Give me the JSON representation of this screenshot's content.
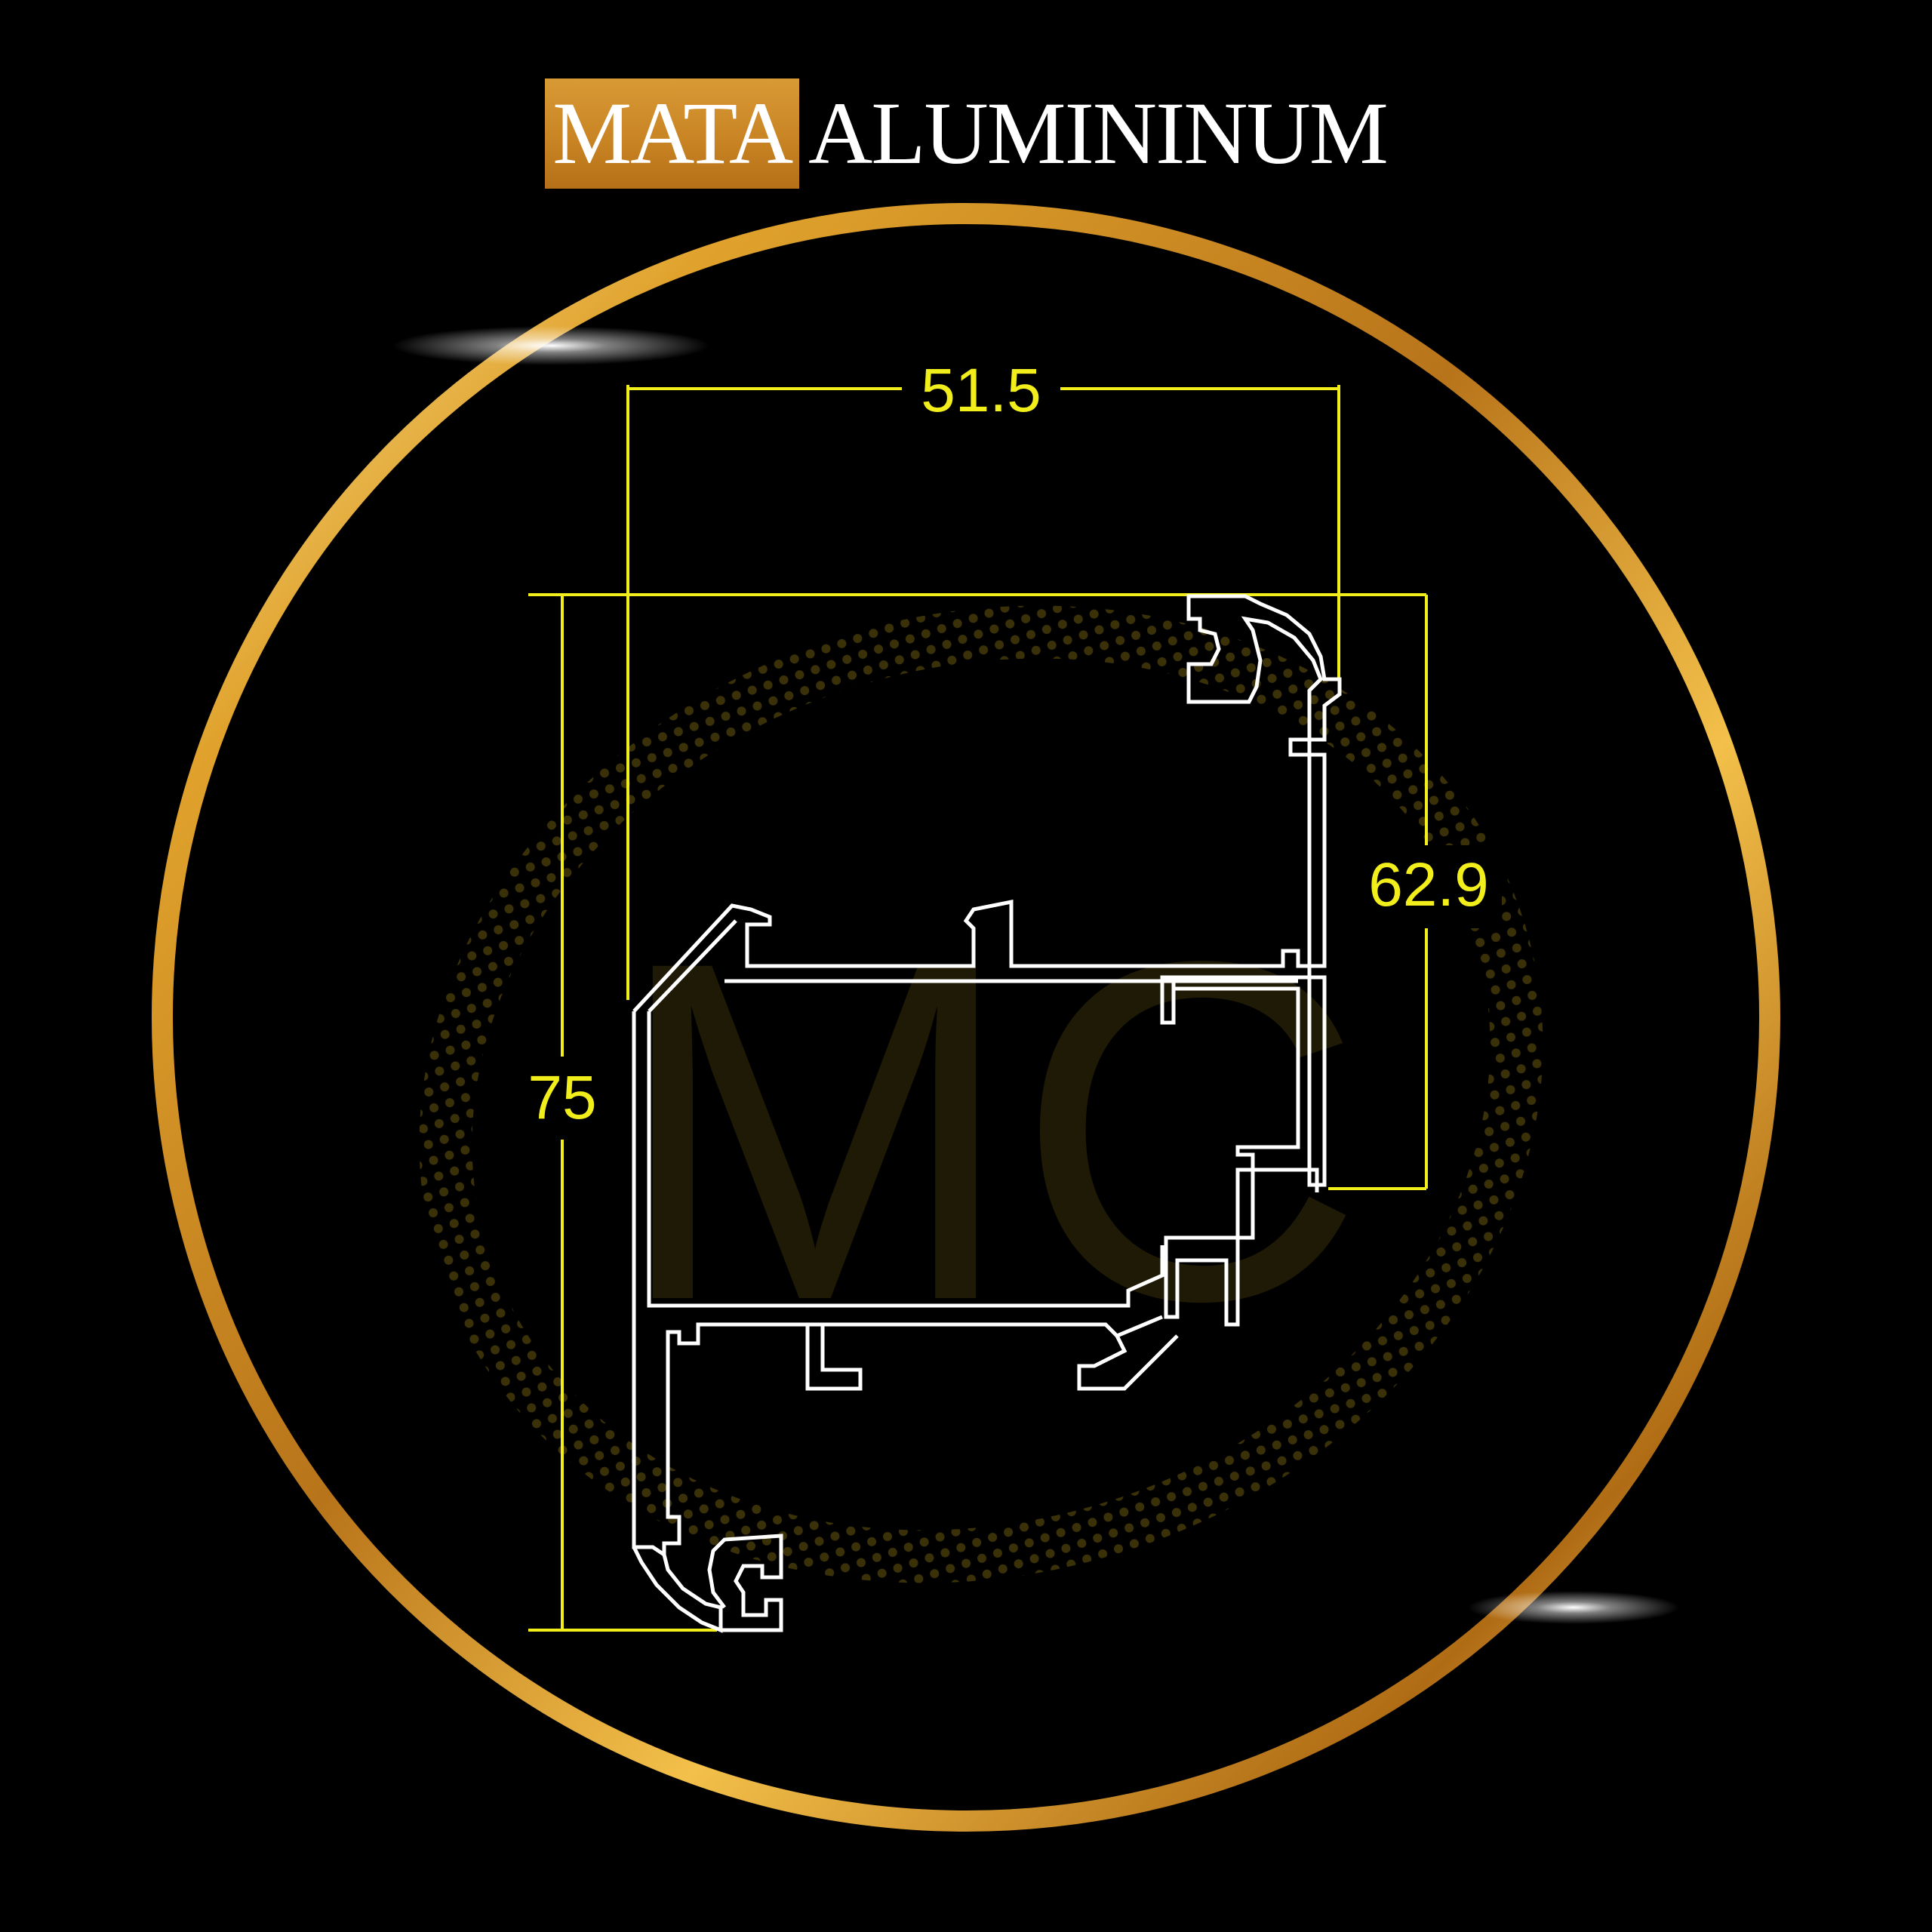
{
  "header": {
    "brand_highlight": "MATA",
    "brand_rest": "ALUMININUM"
  },
  "dimensions": {
    "width": "51.5",
    "height_right": "62.9",
    "height_left": "75"
  },
  "watermark": {
    "monogram": "MC"
  },
  "colors": {
    "background": "#000000",
    "gold": "#d8a030",
    "dimension": "#f2ee1c",
    "profile": "#ffffff"
  }
}
